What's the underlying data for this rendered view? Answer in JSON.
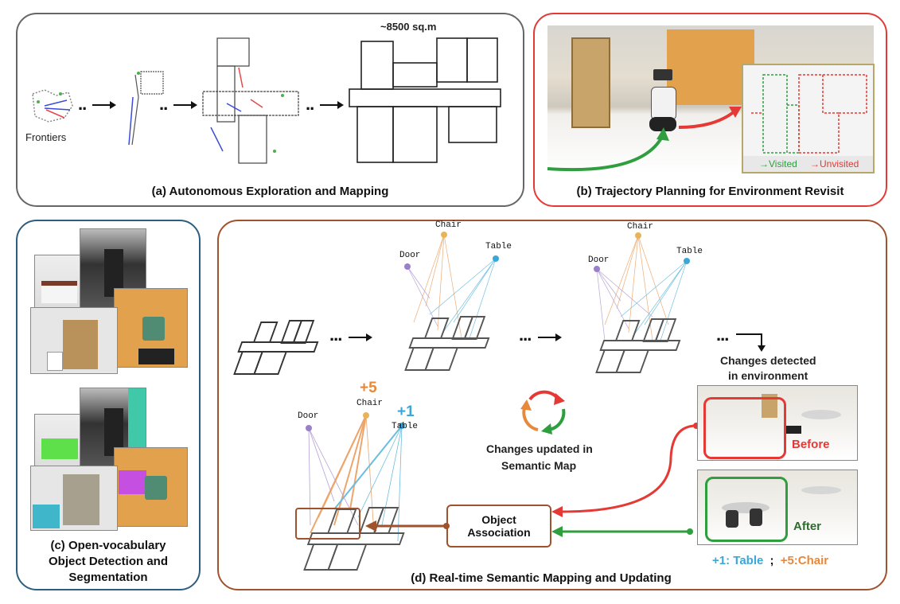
{
  "panel_a": {
    "caption": "(a) Autonomous Exploration and Mapping",
    "frontiers_label": "Frontiers",
    "area_label": "~8500 sq.m"
  },
  "panel_b": {
    "caption": "(b) Trajectory Planning for Environment Revisit",
    "visited_label": "→Visited",
    "unvisited_label": "→Unvisited"
  },
  "panel_c": {
    "caption_line1": "(c) Open-vocabulary",
    "caption_line2": "Object Detection and",
    "caption_line3": "Segmentation"
  },
  "panel_d": {
    "caption": "(d) Real-time Semantic Mapping and Updating",
    "graph_labels": {
      "door": "Door",
      "chair": "Chair",
      "table": "Table"
    },
    "changes_detected_line1": "Changes detected",
    "changes_detected_line2": "in environment",
    "changes_updated_line1": "Changes updated in",
    "changes_updated_line2": "Semantic Map",
    "plus_chair": "+5",
    "plus_table": "+1",
    "object_association_line1": "Object",
    "object_association_line2": "Association",
    "before_label": "Before",
    "after_label": "After",
    "summary_table": "+1: Table",
    "summary_sep": ";",
    "summary_chair": "+5:Chair"
  },
  "colors": {
    "panel_a_border": "#666666",
    "panel_b_border": "#e53935",
    "panel_c_border": "#2d5e80",
    "panel_d_border": "#a0522d",
    "visited": "#2e9e3e",
    "unvisited": "#e53935",
    "chair": "#e8883a",
    "table": "#3aa7d6",
    "door": "#9a7fc9"
  }
}
